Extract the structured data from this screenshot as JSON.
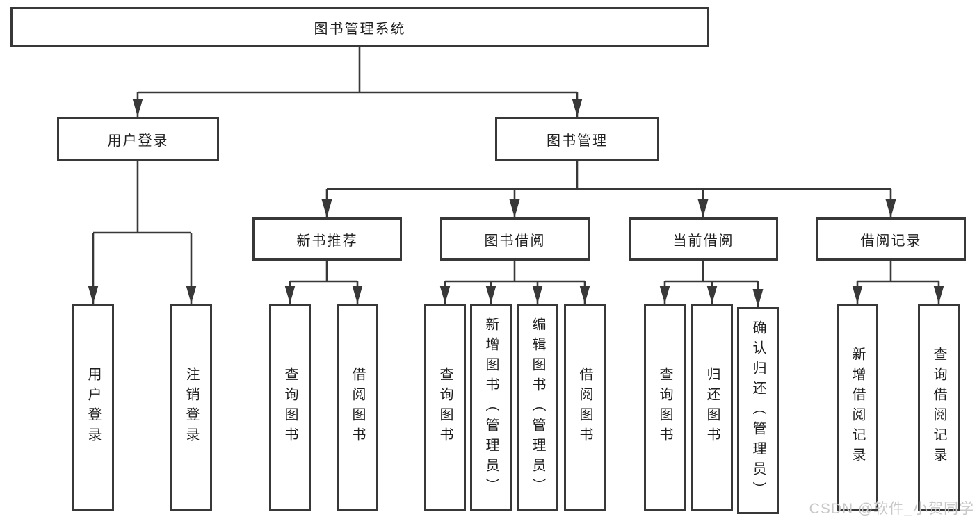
{
  "tree": {
    "root": {
      "label": "图书管理系统"
    },
    "login": {
      "label": "用户登录",
      "children": [
        {
          "label": "用户登录"
        },
        {
          "label": "注销登录"
        }
      ]
    },
    "mgmt": {
      "label": "图书管理",
      "children": [
        {
          "label": "新书推荐",
          "children": [
            {
              "label": "查询图书"
            },
            {
              "label": "借阅图书"
            }
          ]
        },
        {
          "label": "图书借阅",
          "children": [
            {
              "label": "查询图书"
            },
            {
              "label": "新增图书（管理员）"
            },
            {
              "label": "编辑图书（管理员）"
            },
            {
              "label": "借阅图书"
            }
          ]
        },
        {
          "label": "当前借阅",
          "children": [
            {
              "label": "查询图书"
            },
            {
              "label": "归还图书"
            },
            {
              "label": "确认归还（管理员）"
            }
          ]
        },
        {
          "label": "借阅记录",
          "children": [
            {
              "label": "新增借阅记录"
            },
            {
              "label": "查询借阅记录"
            }
          ]
        }
      ]
    }
  },
  "watermark": {
    "text": "CSDN @软件_小贺同学"
  },
  "colors": {
    "line": "#383838",
    "text": "#1f1f1f",
    "box_fill": "#ffffff",
    "background": "#ffffff",
    "watermark": "#c8c8c8"
  }
}
